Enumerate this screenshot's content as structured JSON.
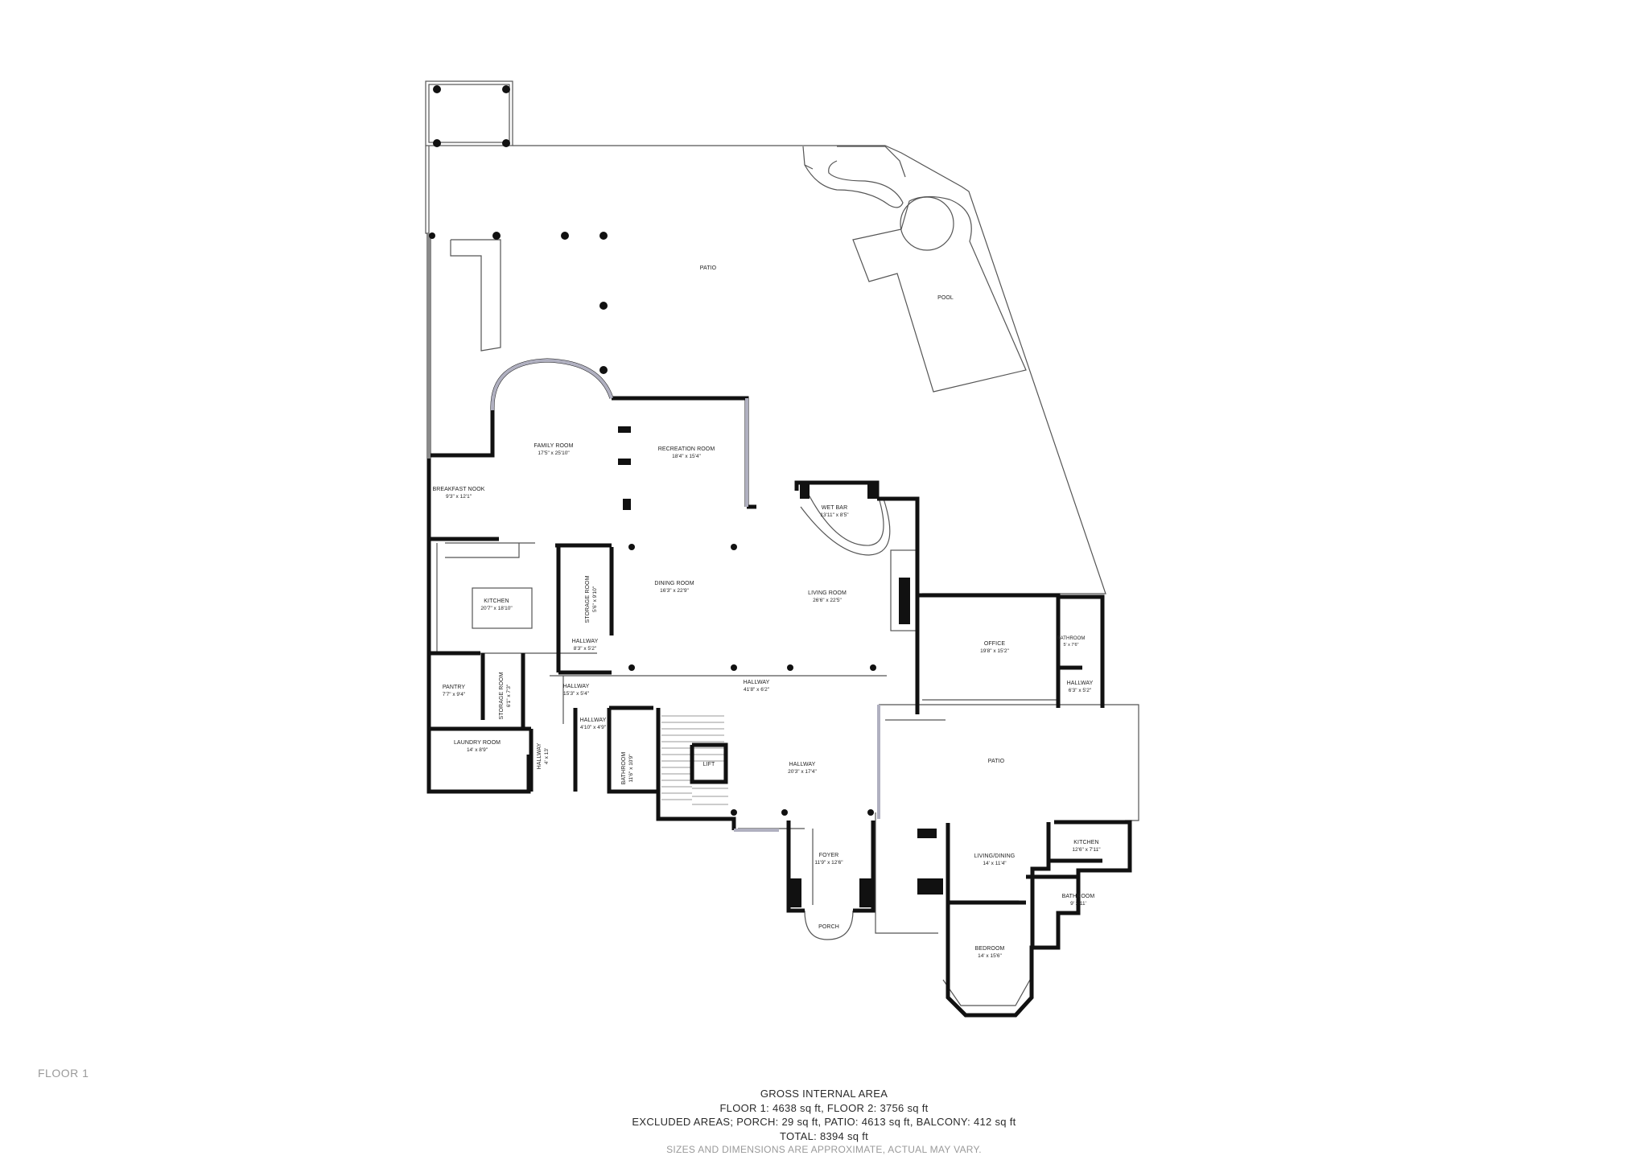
{
  "floor": {
    "label": "FLOOR 1"
  },
  "rooms": [
    {
      "id": "patio-north",
      "name": "PATIO",
      "dims": ""
    },
    {
      "id": "pool",
      "name": "POOL",
      "dims": ""
    },
    {
      "id": "family-room",
      "name": "FAMILY ROOM",
      "dims": "17'5\" x 25'10\""
    },
    {
      "id": "recreation-room",
      "name": "RECREATION ROOM",
      "dims": "18'4\" x 15'4\""
    },
    {
      "id": "breakfast-nook",
      "name": "BREAKFAST NOOK",
      "dims": "9'3\" x 12'1\""
    },
    {
      "id": "wet-bar",
      "name": "WET BAR",
      "dims": "13'11\" x 8'5\""
    },
    {
      "id": "dining-room",
      "name": "DINING ROOM",
      "dims": "16'3\" x 22'9\""
    },
    {
      "id": "living-room",
      "name": "LIVING ROOM",
      "dims": "26'6\" x 22'5\""
    },
    {
      "id": "kitchen",
      "name": "KITCHEN",
      "dims": "20'7\" x 18'10\""
    },
    {
      "id": "storage-room-1",
      "name": "STORAGE ROOM",
      "dims": "5'6\" x 9'10\""
    },
    {
      "id": "hallway-1",
      "name": "HALLWAY",
      "dims": "8'3\" x 5'2\""
    },
    {
      "id": "office",
      "name": "OFFICE",
      "dims": "19'8\" x 15'2\""
    },
    {
      "id": "bathroom-1",
      "name": "BATHROOM",
      "dims": "5' x 7'6\""
    },
    {
      "id": "hallway-2",
      "name": "HALLWAY",
      "dims": "6'3\" x 5'2\""
    },
    {
      "id": "pantry",
      "name": "PANTRY",
      "dims": "7'7\" x 9'4\""
    },
    {
      "id": "storage-room-2",
      "name": "STORAGE ROOM",
      "dims": "6'1\" x 7'3\""
    },
    {
      "id": "hallway-3",
      "name": "HALLWAY",
      "dims": "15'3\" x 5'4\""
    },
    {
      "id": "hallway-4",
      "name": "HALLWAY",
      "dims": "41'8\" x 6'2\""
    },
    {
      "id": "hallway-5",
      "name": "HALLWAY",
      "dims": "4'10\" x 4'9\""
    },
    {
      "id": "laundry-room",
      "name": "LAUNDRY ROOM",
      "dims": "14' x 8'9\""
    },
    {
      "id": "hallway-6",
      "name": "HALLWAY",
      "dims": "4' x 13'"
    },
    {
      "id": "bathroom-2",
      "name": "BATHROOM",
      "dims": "11'6\" x 10'9\""
    },
    {
      "id": "lift",
      "name": "LIFT",
      "dims": ""
    },
    {
      "id": "hallway-7",
      "name": "HALLWAY",
      "dims": "20'3\" x 17'4\""
    },
    {
      "id": "patio-east",
      "name": "PATIO",
      "dims": ""
    },
    {
      "id": "foyer",
      "name": "FOYER",
      "dims": "11'9\" x 12'6\""
    },
    {
      "id": "porch",
      "name": "PORCH",
      "dims": ""
    },
    {
      "id": "living-dining",
      "name": "LIVING/DINING",
      "dims": "14' x 11'4\""
    },
    {
      "id": "kitchen-2",
      "name": "KITCHEN",
      "dims": "12'6\" x 7'11\""
    },
    {
      "id": "bathroom-3",
      "name": "BATHROOM",
      "dims": "9' x 11'"
    },
    {
      "id": "bedroom",
      "name": "BEDROOM",
      "dims": "14' x 15'6\""
    }
  ],
  "area_summary": {
    "title": "GROSS INTERNAL AREA",
    "floors_line": "FLOOR 1: 4638 sq ft, FLOOR 2: 3756 sq ft",
    "excluded_line": "EXCLUDED AREAS; PORCH: 29 sq ft, PATIO: 4613 sq ft, BALCONY: 412 sq ft",
    "total_line": "TOTAL: 8394 sq ft",
    "disclaimer": "SIZES AND DIMENSIONS ARE APPROXIMATE, ACTUAL MAY VARY."
  },
  "colors": {
    "wall": "#111111",
    "line": "#555555",
    "text": "#222222",
    "muted": "#9a9a9a"
  }
}
